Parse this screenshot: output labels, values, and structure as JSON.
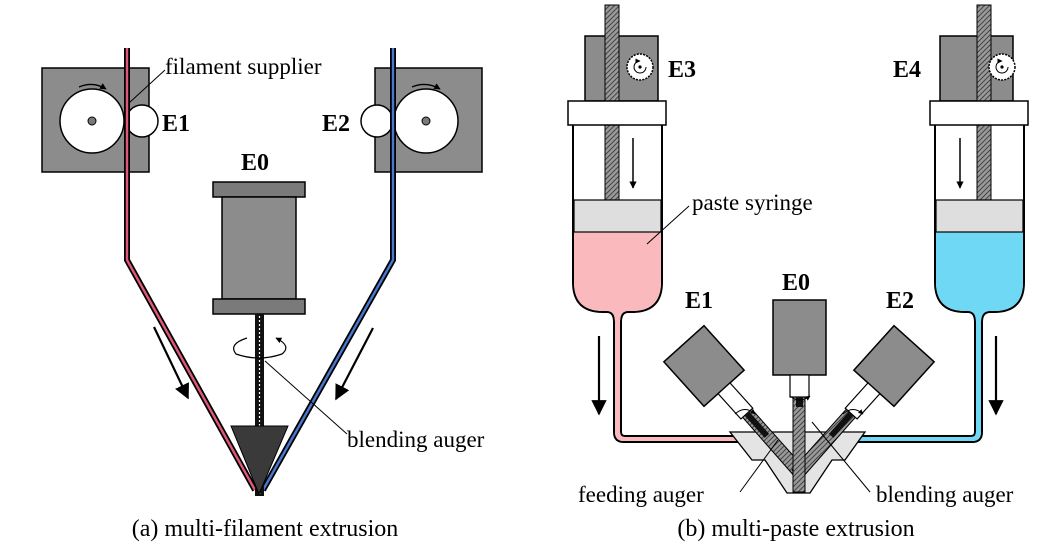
{
  "panel_a": {
    "caption": "(a) multi-filament extrusion",
    "labels": {
      "e0": "E0",
      "e1": "E1",
      "e2": "E2",
      "filament_supplier": "filament supplier",
      "blending_auger": "blending auger"
    }
  },
  "panel_b": {
    "caption": "(b) multi-paste extrusion",
    "labels": {
      "e0": "E0",
      "e1": "E1",
      "e2": "E2",
      "e3": "E3",
      "e4": "E4",
      "paste_syringe": "paste syringe",
      "feeding_auger": "feeding auger",
      "blending_auger": "blending auger"
    }
  },
  "colors": {
    "housing_gray": "#8c8c8c",
    "dark_gray": "#7a7a7a",
    "cone_dark": "#3a3a3a",
    "filament_red": "#e0577a",
    "filament_blue": "#4a78d0",
    "paste_pink": "#f9b9bd",
    "paste_cyan": "#6ed8f5",
    "plunger_gray": "#dedede"
  }
}
